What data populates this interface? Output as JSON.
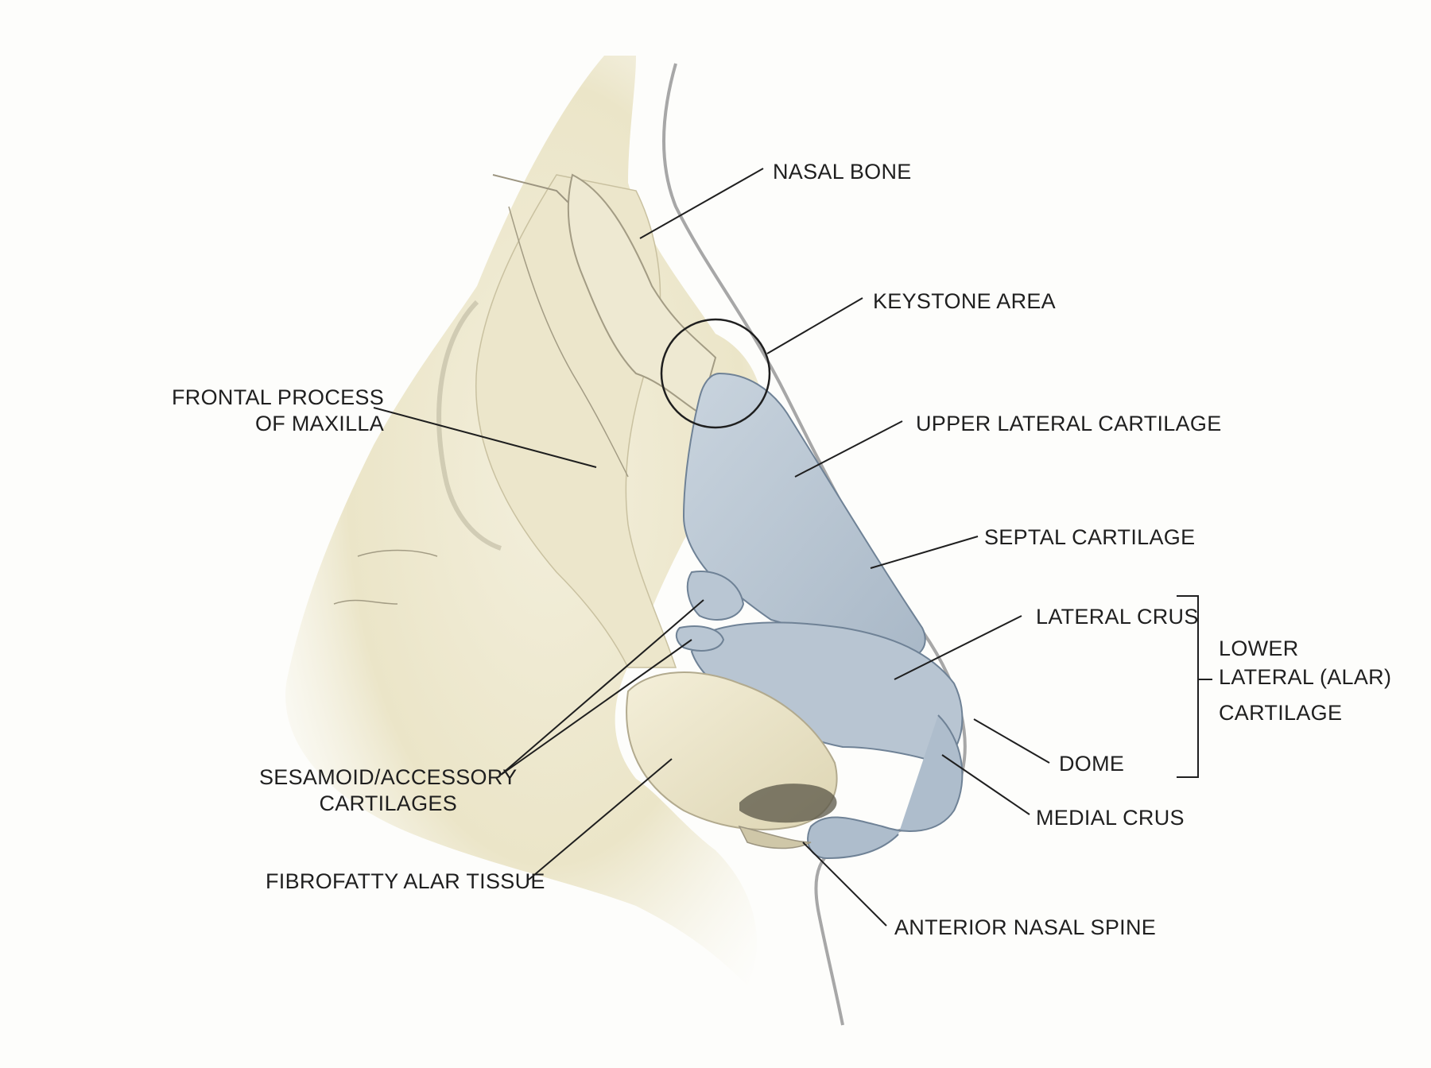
{
  "labels": {
    "nasal_bone": "NASAL BONE",
    "keystone_area": "KEYSTONE AREA",
    "upper_lateral_cartilage": "UPPER LATERAL CARTILAGE",
    "septal_cartilage": "SEPTAL CARTILAGE",
    "lateral_crus": "LATERAL CRUS",
    "lower_lateral": [
      "LOWER",
      "LATERAL (ALAR)",
      "CARTILAGE"
    ],
    "dome": "DOME",
    "medial_crus": "MEDIAL CRUS",
    "anterior_nasal_spine": "ANTERIOR NASAL SPINE",
    "fibrofatty_alar_tissue": "FIBROFATTY ALAR TISSUE",
    "sesamoid_accessory": [
      "SESAMOID/ACCESSORY",
      "CARTILAGES"
    ],
    "frontal_process": [
      "FRONTAL PROCESS",
      "OF MAXILLA"
    ]
  },
  "colors": {
    "background": "#fdfdfb",
    "bone": "#ede8cf",
    "bone_shadow": "#d6cfae",
    "cartilage": "#b9c6d3",
    "cartilage_dark": "#8fa1b3",
    "skin_outline": "#a7a7a7",
    "leader_line": "#1f1f1f"
  }
}
